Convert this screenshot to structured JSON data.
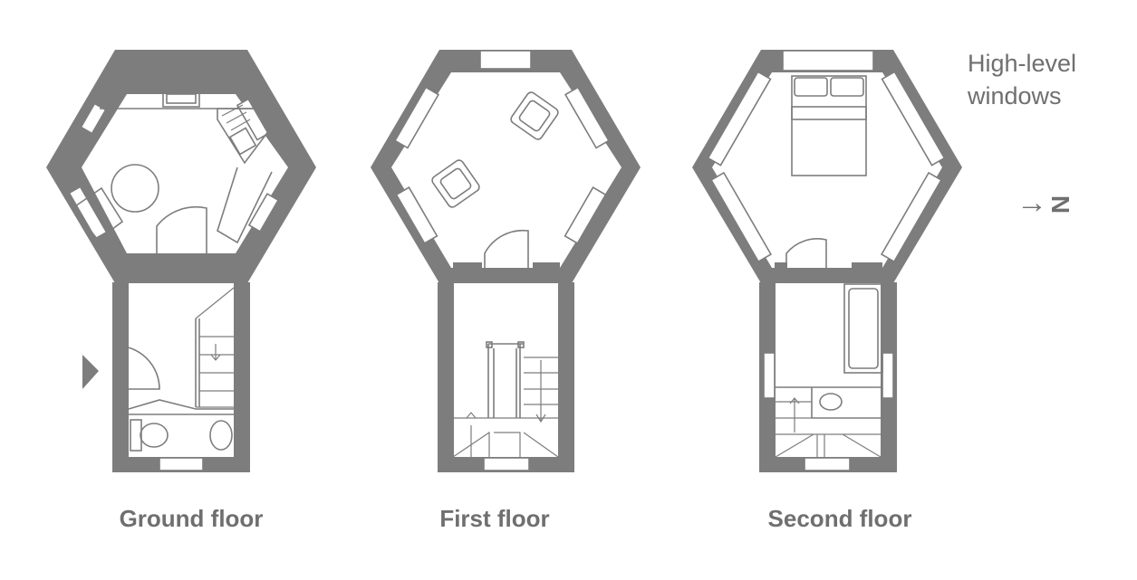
{
  "floors": [
    {
      "label": "Ground floor"
    },
    {
      "label": "First floor"
    },
    {
      "label": "Second floor"
    }
  ],
  "note": {
    "line1": "High-level",
    "line2": "windows"
  },
  "north": {
    "arrow": "→",
    "letter": "N"
  },
  "colors": {
    "wall": "#7d7d7d",
    "text": "#6f6f6f",
    "background": "#ffffff"
  }
}
